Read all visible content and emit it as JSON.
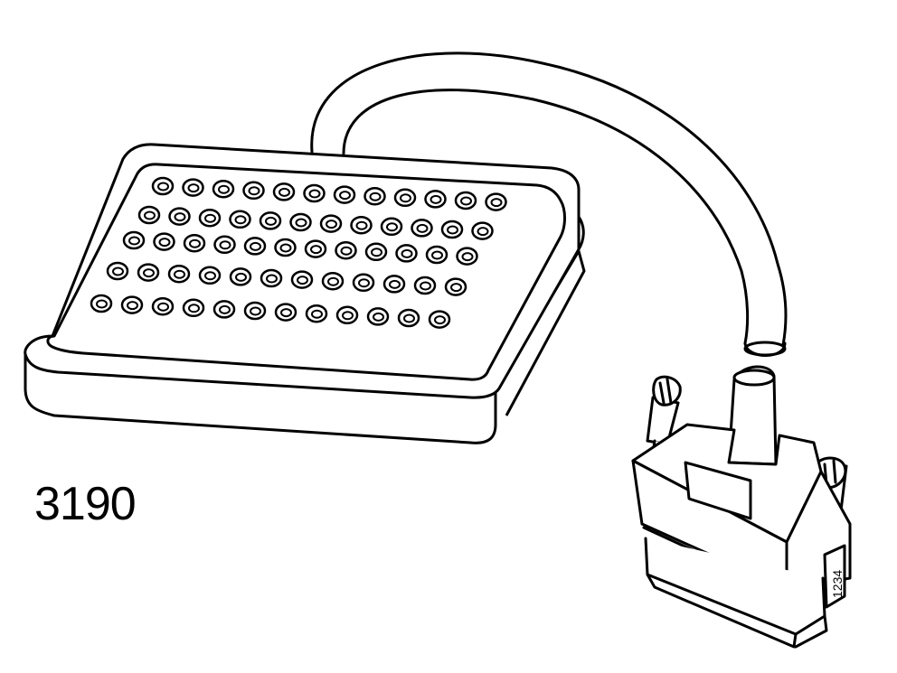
{
  "figure": {
    "part_number": "3190",
    "connector_marking": "1234",
    "line_color": "#000000",
    "background_color": "#ffffff",
    "socket_rows": 5
  }
}
